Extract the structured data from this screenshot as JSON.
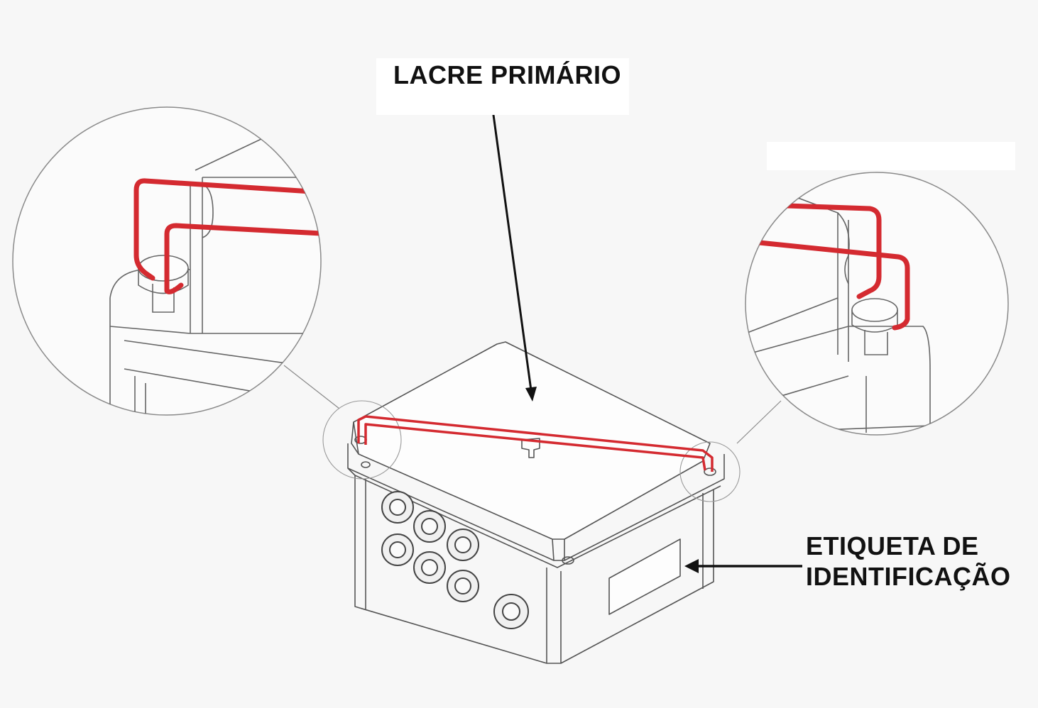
{
  "labels": {
    "primary_seal": "LACRE PRIMÁRIO",
    "id_label_line1": "ETIQUETA DE",
    "id_label_line2": "IDENTIFICAÇÃO"
  },
  "colors": {
    "seal_wire": "#d42a30",
    "line_art": "#555555",
    "arrow": "#111111",
    "background": "#f7f7f7"
  }
}
